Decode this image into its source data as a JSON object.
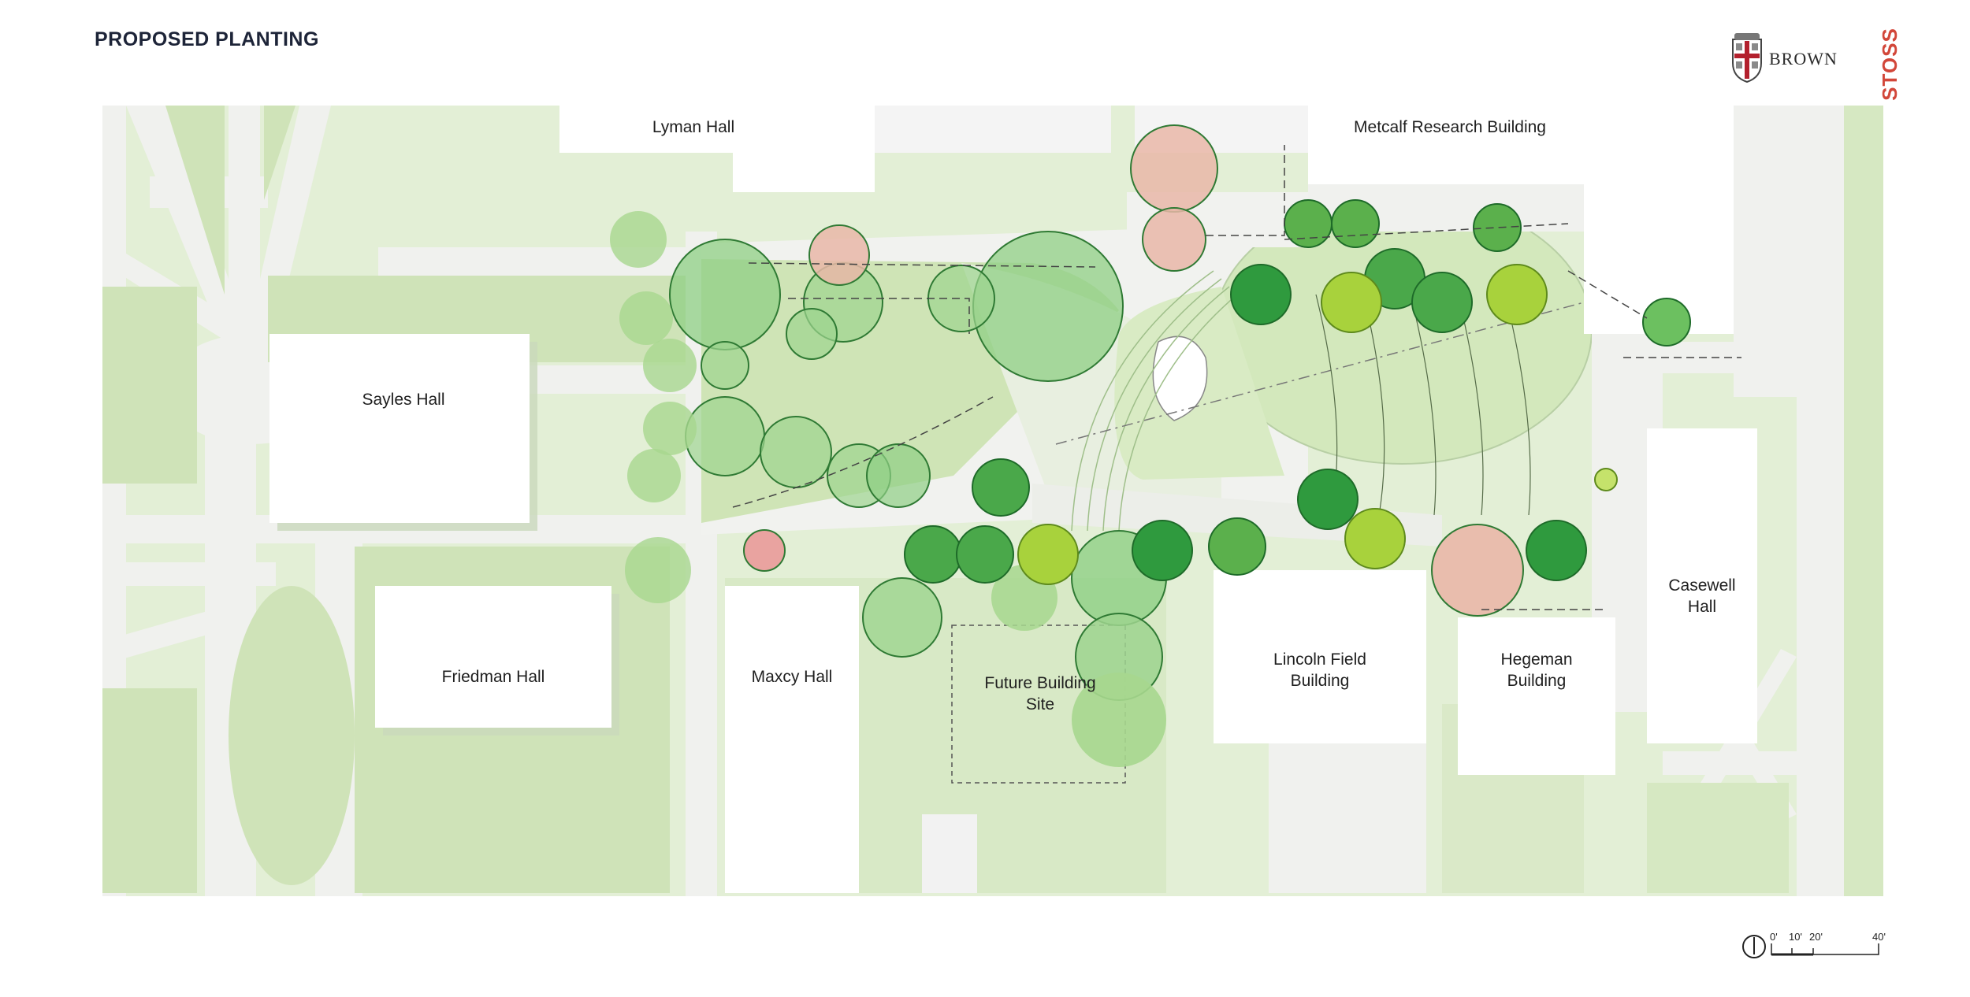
{
  "title": "PROPOSED PLANTING",
  "logo": {
    "text": "BROWN",
    "icon": "brown-shield-icon"
  },
  "brand": {
    "text": "STOSS",
    "color": "#d2473a"
  },
  "buildings": [
    {
      "id": "lyman",
      "label": "Lyman Hall"
    },
    {
      "id": "metcalf",
      "label": "Metcalf Research Building"
    },
    {
      "id": "sayles",
      "label": "Sayles Hall"
    },
    {
      "id": "friedman",
      "label": "Friedman Hall"
    },
    {
      "id": "maxcy",
      "label": "Maxcy Hall"
    },
    {
      "id": "future",
      "label": "Future Building\nSite"
    },
    {
      "id": "lincoln",
      "label": "Lincoln Field\nBuilding"
    },
    {
      "id": "hegeman",
      "label": "Hegeman\nBuilding"
    },
    {
      "id": "casewell",
      "label": "Casewell\nHall"
    }
  ],
  "scale": {
    "ticks": [
      "0'",
      "10'",
      "20'",
      "40'"
    ],
    "icon": "north-arrow-icon"
  },
  "colors": {
    "lawn": "#d7e8c4",
    "lawn_light": "#e4efd8",
    "path": "#f2f2f2",
    "tree_dark": "#2f9a3e",
    "tree_mid": "#6cc060",
    "tree_lime": "#a8d23c",
    "tree_pink": "#e0577a",
    "tree_blush": "#e9b7a8"
  }
}
